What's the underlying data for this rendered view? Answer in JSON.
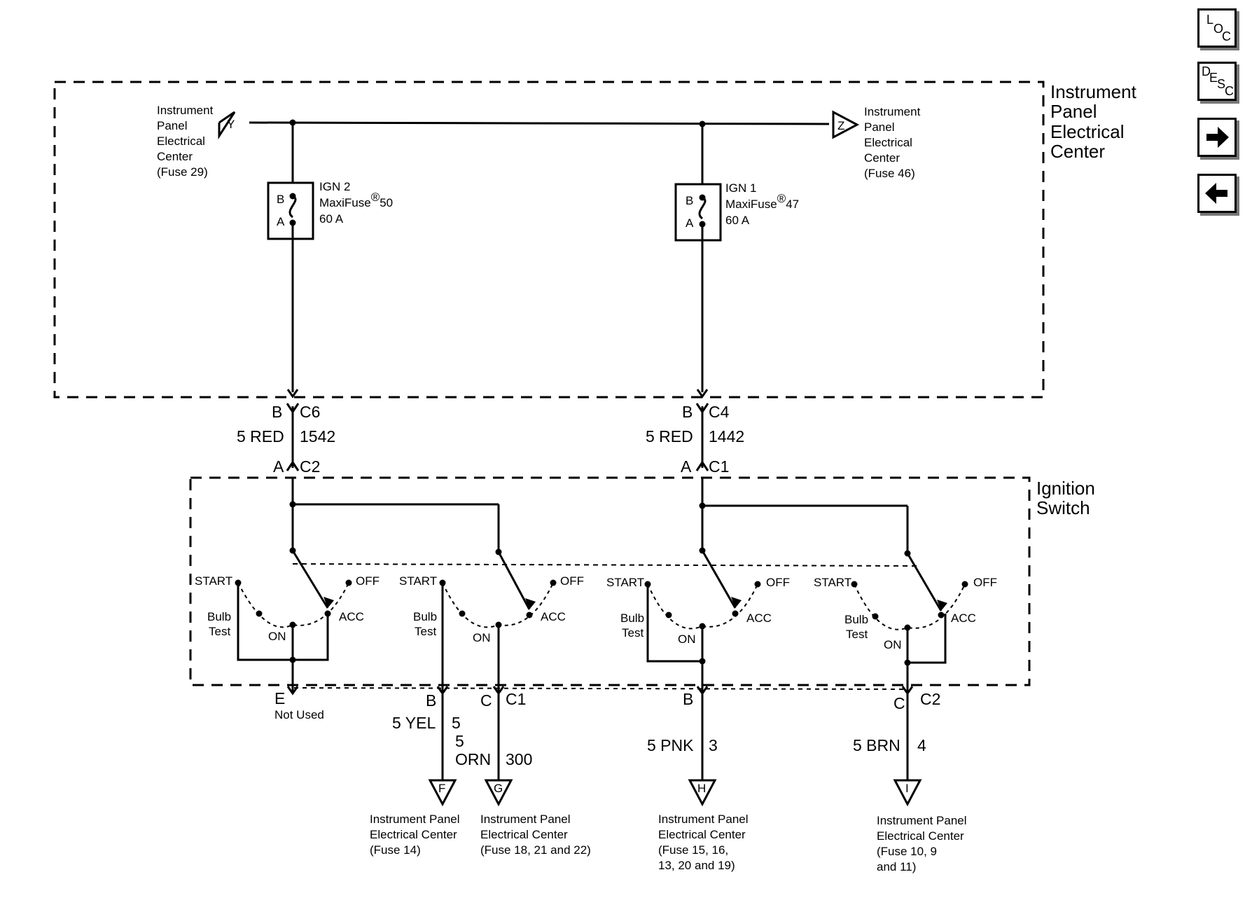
{
  "nav": {
    "loc": {
      "l1": "L",
      "l2": "O",
      "l3": "C"
    },
    "desc": {
      "l1": "D",
      "l2": "E",
      "l3": "S",
      "l4": "C"
    },
    "forward_icon": "right-arrow-icon",
    "back_icon": "left-arrow-icon"
  },
  "diagram": {
    "ipec_box": {
      "line1": "Instrument",
      "line2": "Panel",
      "line3": "Electrical",
      "line4": "Center"
    },
    "ign_box": {
      "line1": "Ignition",
      "line2": "Switch"
    },
    "source_y": {
      "letter": "Y",
      "l1": "Instrument",
      "l2": "Panel",
      "l3": "Electrical",
      "l4": "Center",
      "l5": "(Fuse 29)"
    },
    "source_z": {
      "letter": "Z",
      "l1": "Instrument",
      "l2": "Panel",
      "l3": "Electrical",
      "l4": "Center",
      "l5": "(Fuse 46)"
    },
    "fuse_ign2": {
      "b": "B",
      "a": "A",
      "l1": "IGN 2",
      "l2": "MaxiFuse",
      "reg": "®",
      "num": "50",
      "l3": "60 A"
    },
    "fuse_ign1": {
      "b": "B",
      "a": "A",
      "l1": "IGN 1",
      "l2": "MaxiFuse",
      "reg": "®",
      "num": "47",
      "l3": "60 A"
    },
    "left_feed": {
      "pin_top": "B",
      "conn_top": "C6",
      "wire": "5 RED",
      "circuit": "1542",
      "pin_bot": "A",
      "conn_bot": "C2"
    },
    "right_feed": {
      "pin_top": "B",
      "conn_top": "C4",
      "wire": "5 RED",
      "circuit": "1442",
      "pin_bot": "A",
      "conn_bot": "C1"
    },
    "switch_labels": {
      "start": "START",
      "off": "OFF",
      "bulb": "Bulb",
      "test": "Test",
      "on": "ON",
      "acc": "ACC"
    },
    "out_e": {
      "pin": "E",
      "note": "Not Used"
    },
    "out_b1": {
      "pin": "B",
      "wire": "5 YEL",
      "circuit": "5"
    },
    "out_c1": {
      "pin": "C",
      "conn": "C1",
      "size": "5",
      "color": "ORN",
      "circuit": "300"
    },
    "out_b2": {
      "pin": "B",
      "wire": "5 PNK",
      "circuit": "3"
    },
    "out_c2": {
      "pin": "C",
      "conn": "C2",
      "wire": "5 BRN",
      "circuit": "4"
    },
    "dest_f": {
      "letter": "F",
      "l1": "Instrument Panel",
      "l2": "Electrical Center",
      "l3": "(Fuse 14)"
    },
    "dest_g": {
      "letter": "G",
      "l1": "Instrument Panel",
      "l2": "Electrical Center",
      "l3": "(Fuse 18, 21 and 22)"
    },
    "dest_h": {
      "letter": "H",
      "l1": "Instrument Panel",
      "l2": "Electrical Center",
      "l3": "(Fuse 15, 16,",
      "l4": "13, 20 and 19)"
    },
    "dest_i": {
      "letter": "I",
      "l1": "Instrument Panel",
      "l2": "Electrical Center",
      "l3": "(Fuse 10, 9",
      "l4": "and 11)"
    }
  }
}
